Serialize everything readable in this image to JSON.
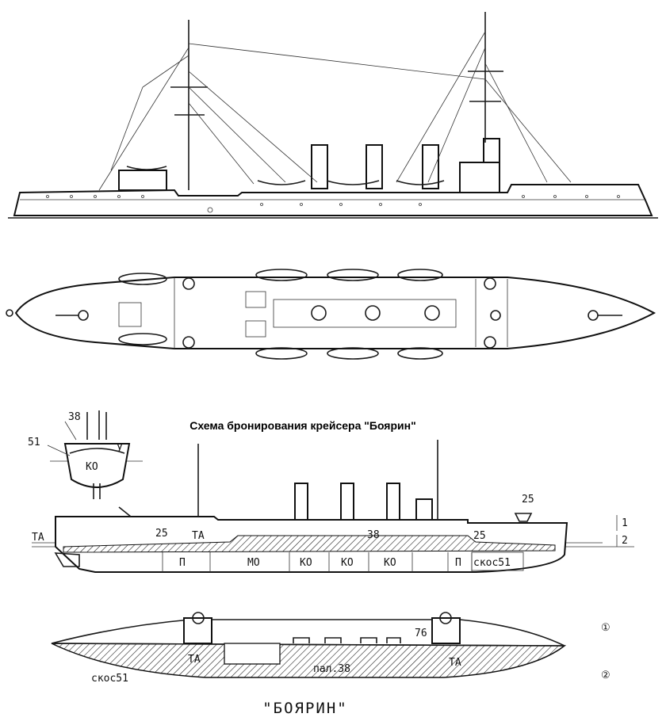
{
  "title": "Схема бронирования крейсера \"Боярин\"",
  "ship_name": "\"БОЯРИН\"",
  "cross_section_labels": {
    "armor_deck": "38",
    "slope": "51",
    "compartment": "КО",
    "marker": "У"
  },
  "armor_profile_labels": {
    "ta_stern": "ТА",
    "ta_mid": "ТА",
    "thk_25_left": "25",
    "thk_38": "38",
    "thk_25_right": "25",
    "thk_25_top": "25",
    "level_1": "1",
    "level_2": "2",
    "compartments": [
      "П",
      "МО",
      "КО",
      "КО",
      "КО",
      "П"
    ],
    "slope_label": "скос51"
  },
  "deck_plan_labels": {
    "level_marker_1": "①",
    "level_marker_2": "②",
    "gun_76": "76",
    "ta_left": "ТА",
    "ta_right": "ТА",
    "deck_38": "пал.38",
    "slope_51": "скос51"
  }
}
